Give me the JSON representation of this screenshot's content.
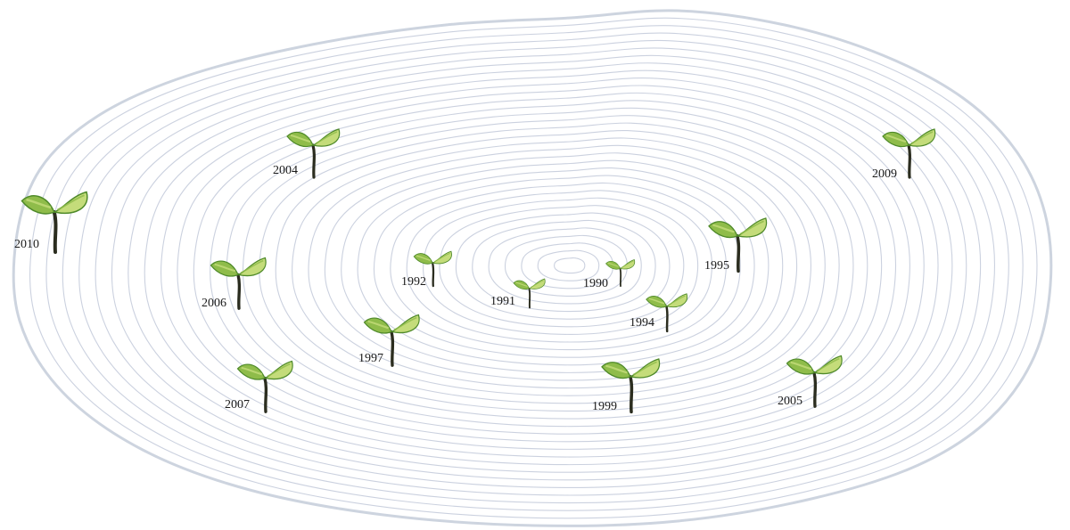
{
  "colors": {
    "ring": "#b9c2d4",
    "outer_ring": "#c8cfdc",
    "leaf_light": "#c4dc7a",
    "leaf_mid": "#8fbc4a",
    "leaf_dark": "#4f8a2a",
    "stem": "#2b2d1f",
    "label": "#1a1a1a"
  },
  "icon": "sprout-icon",
  "sprouts": [
    {
      "year": "2004"
    },
    {
      "year": "2009"
    },
    {
      "year": "2010"
    },
    {
      "year": "2006"
    },
    {
      "year": "1992"
    },
    {
      "year": "1991"
    },
    {
      "year": "1990"
    },
    {
      "year": "1995"
    },
    {
      "year": "1994"
    },
    {
      "year": "1997"
    },
    {
      "year": "2007"
    },
    {
      "year": "1999"
    },
    {
      "year": "2005"
    }
  ]
}
